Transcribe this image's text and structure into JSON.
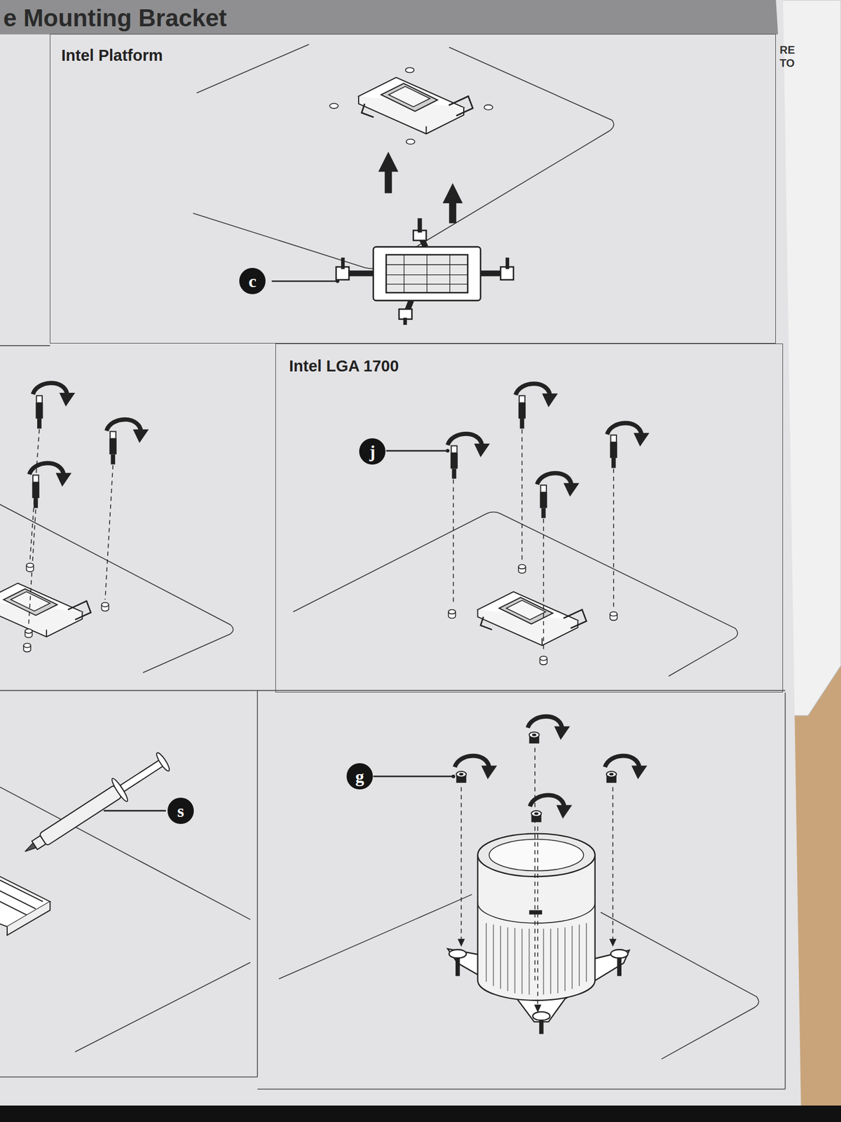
{
  "diagram": {
    "title": "e Mounting Bracket",
    "nodes": [
      {
        "text": [
          "Intel Platform"
        ]
      },
      {
        "text": [
          "c"
        ],
        "in": 0
      },
      {
        "text": [
          "Intel LGA 1700"
        ]
      },
      {
        "text": [
          "j"
        ],
        "in": 2
      },
      {
        "text": [
          "s"
        ]
      },
      {
        "text": [
          "g"
        ]
      }
    ],
    "labels": [
      "RE",
      "TO"
    ]
  }
}
